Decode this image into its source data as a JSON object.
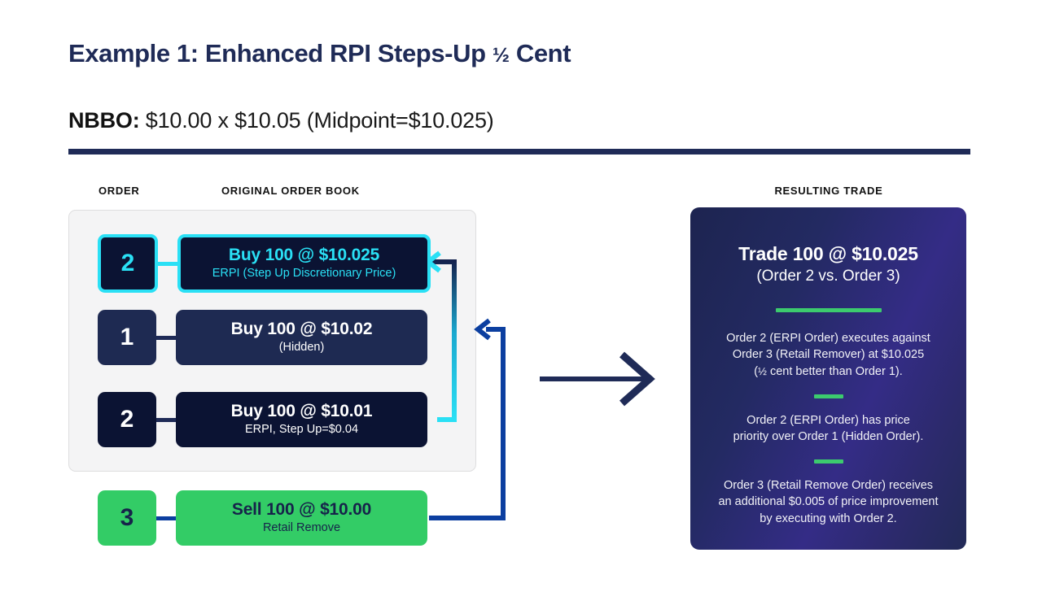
{
  "header": {
    "title_prefix": "Example 1: Enhanced RPI Steps-Up ",
    "title_fraction": "½",
    "title_suffix": " Cent",
    "title_full": "Example 1: Enhanced RPI Steps-Up ½ Cent",
    "nbbo_label": "NBBO:",
    "nbbo_value": " $10.00 x $10.05 (Midpoint=$10.025)"
  },
  "columns": {
    "order": "ORDER",
    "order_book": "ORIGINAL ORDER BOOK",
    "resulting_trade": "RESULTING TRADE"
  },
  "order_book": {
    "rows": [
      {
        "number": "2",
        "main": "Buy 100 @ $10.025",
        "sub": "ERPI (Step Up Discretionary Price)",
        "highlight_color": "#2ae0f5",
        "box_color": "#0b1333"
      },
      {
        "number": "1",
        "main": "Buy 100 @ $10.02",
        "sub": "(Hidden)",
        "highlight_color": "#1e2a52",
        "box_color": "#1e2a52"
      },
      {
        "number": "2",
        "main": "Buy 100 @ $10.01",
        "sub": "ERPI, Step Up=$0.04",
        "highlight_color": "#0b1333",
        "box_color": "#0b1333"
      }
    ],
    "incoming_order": {
      "number": "3",
      "main": "Sell 100 @ $10.00",
      "sub": "Retail Remove",
      "box_color": "#33cc66"
    }
  },
  "result": {
    "headline": "Trade 100 @ $10.025",
    "subhead": "(Order 2 vs. Order 3)",
    "notes": [
      {
        "line1": "Order 2 (ERPI Order) executes against",
        "line2": "Order 3 (Retail Remover) at $10.025",
        "line3_prefix": "(",
        "line3_fraction": "½",
        "line3_suffix": " cent better than Order 1)."
      },
      {
        "line1": "Order 2 (ERPI Order) has price",
        "line2": "priority over Order 1 (Hidden Order)."
      },
      {
        "line1": "Order 3 (Retail Remove Order) receives",
        "line2": "an additional $0.005 of price improvement",
        "line3": "by executing with Order 2."
      }
    ]
  },
  "colors": {
    "navy": "#1f2b57",
    "dark_navy": "#0b1333",
    "cyan": "#2ae0f5",
    "green": "#33cc66",
    "divider_green": "#3ccb6e",
    "arrow_blue": "#0c3fa0",
    "panel_bg": "#f4f4f5"
  }
}
